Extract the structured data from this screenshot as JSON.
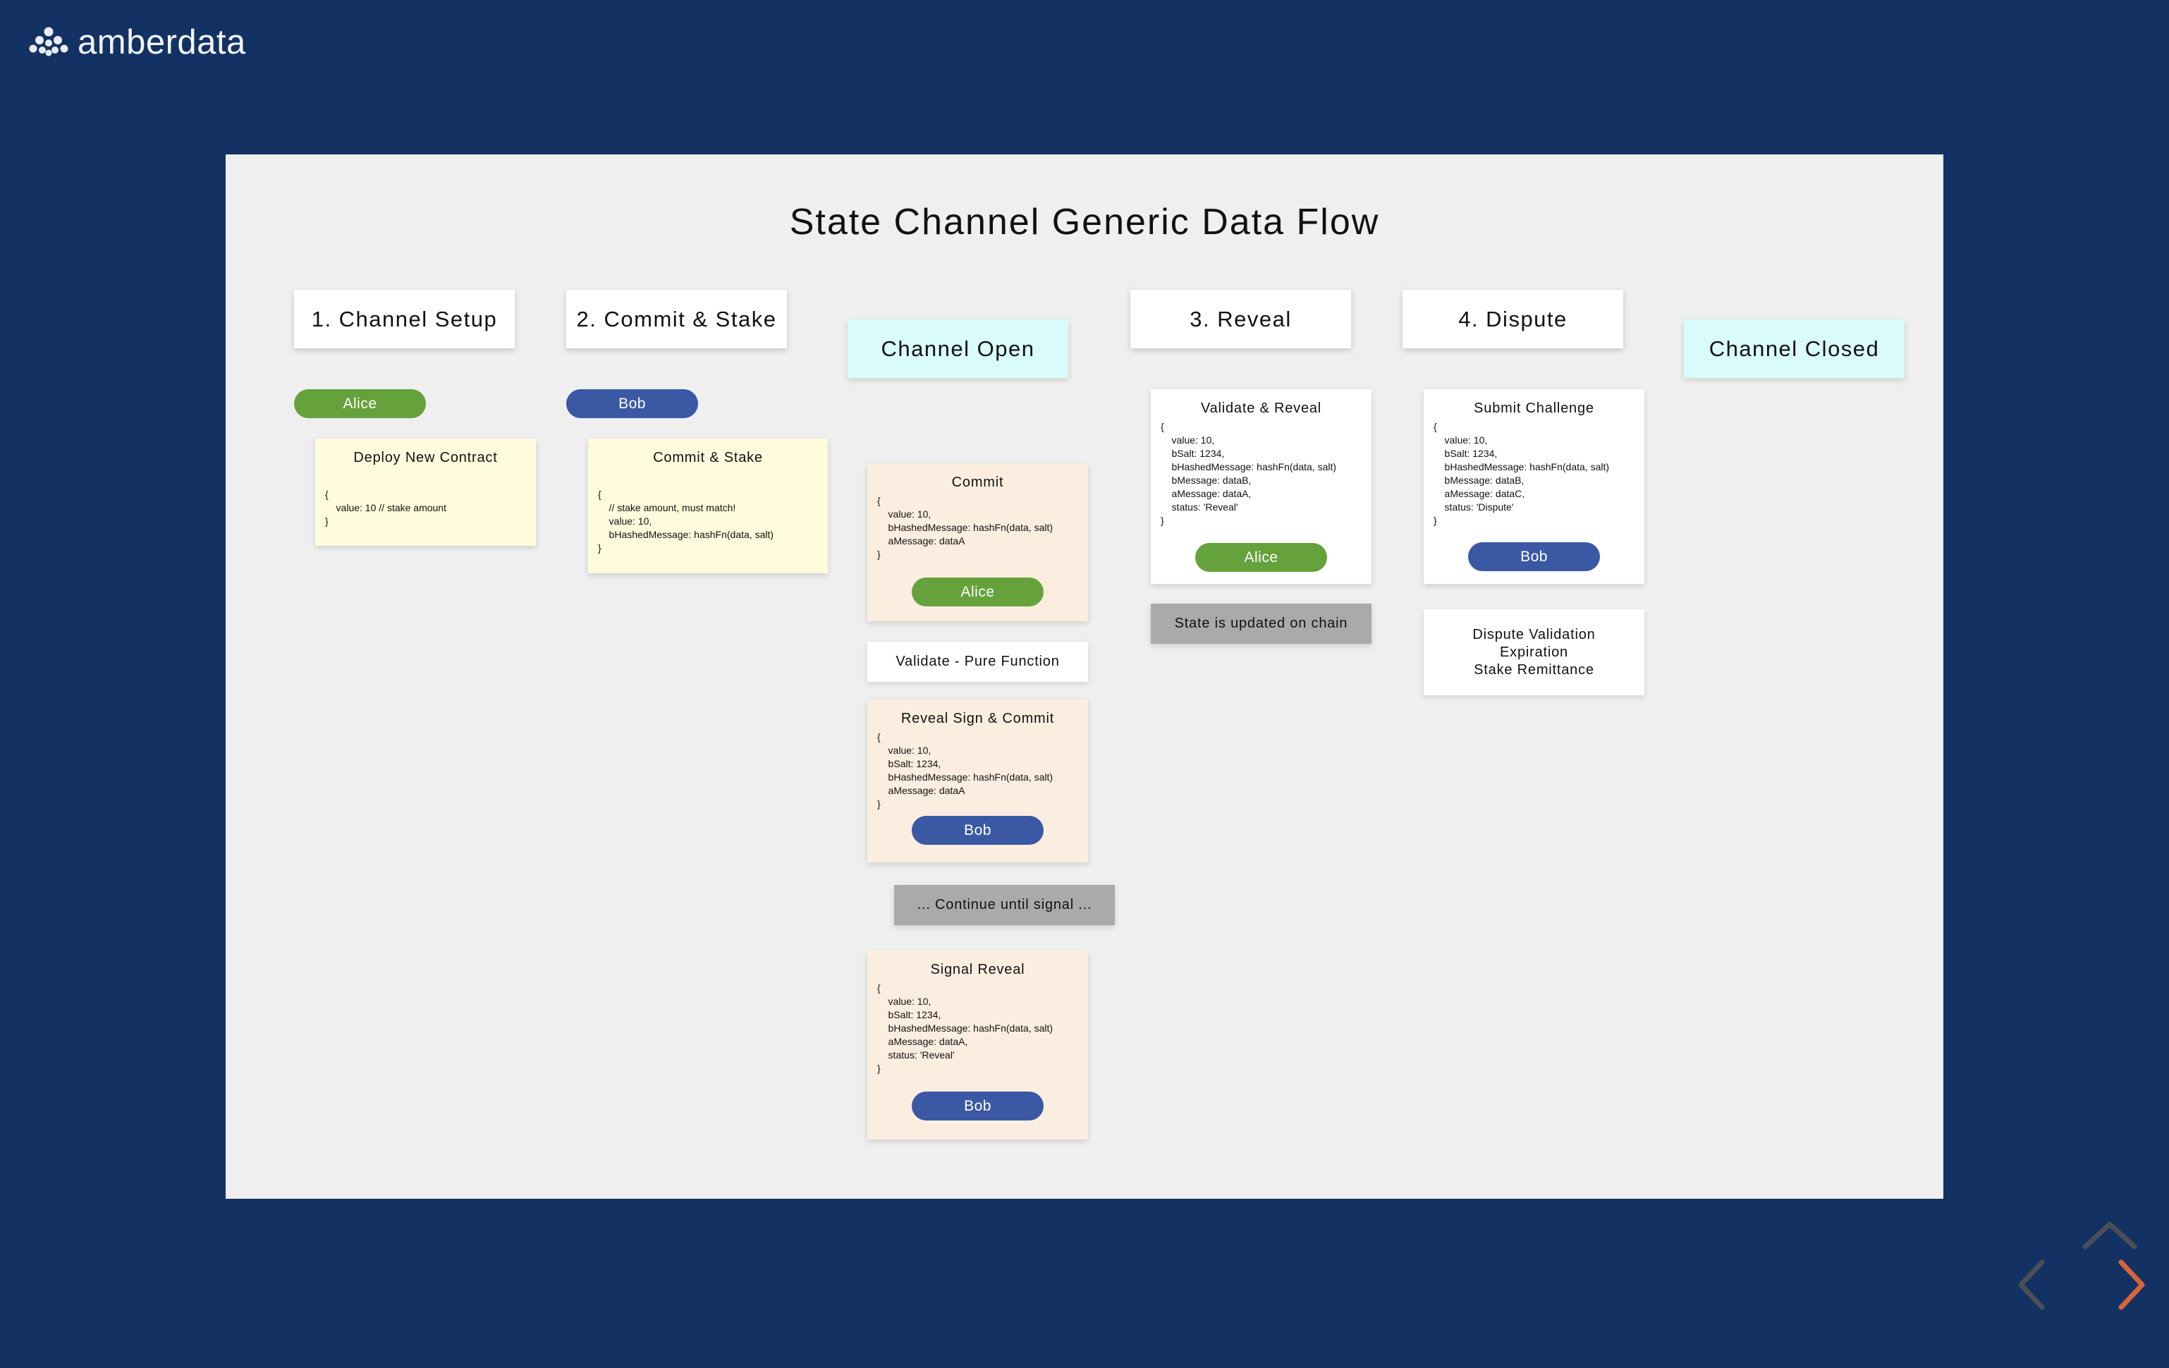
{
  "brand": {
    "name": "amberdata"
  },
  "slide": {
    "title": "State Channel Generic Data Flow",
    "stages": [
      "1. Channel Setup",
      "2. Commit & Stake",
      "3. Reveal",
      "4. Dispute"
    ],
    "states": [
      "Channel Open",
      "Channel Closed"
    ],
    "setup": {
      "actor": "Alice",
      "card_title": "Deploy New Contract",
      "code": "{\n    value: 10 // stake amount\n}"
    },
    "commit_stake": {
      "actor": "Bob",
      "card_title": "Commit & Stake",
      "code": "{\n    // stake amount, must match!\n    value: 10,\n    bHashedMessage: hashFn(data, salt)\n}"
    },
    "open": {
      "commit": {
        "title": "Commit",
        "code": "{\n    value: 10,\n    bHashedMessage: hashFn(data, salt)\n    aMessage: dataA\n}",
        "actor": "Alice"
      },
      "validate": "Validate - Pure Function",
      "reveal_sign": {
        "title": "Reveal Sign & Commit",
        "code": "{\n    value: 10,\n    bSalt: 1234,\n    bHashedMessage: hashFn(data, salt)\n    aMessage: dataA\n}",
        "actor": "Bob"
      },
      "continue": "... Continue until signal ...",
      "signal": {
        "title": "Signal Reveal",
        "code": "{\n    value: 10,\n    bSalt: 1234,\n    bHashedMessage: hashFn(data, salt)\n    aMessage: dataA,\n    status: 'Reveal'\n}",
        "actor": "Bob"
      }
    },
    "reveal": {
      "title": "Validate & Reveal",
      "code": "{\n    value: 10,\n    bSalt: 1234,\n    bHashedMessage: hashFn(data, salt)\n    bMessage: dataB,\n    aMessage: dataA,\n    status: 'Reveal'\n}",
      "actor": "Alice",
      "note": "State is updated on chain"
    },
    "dispute": {
      "title": "Submit Challenge",
      "code": "{\n    value: 10,\n    bSalt: 1234,\n    bHashedMessage: hashFn(data, salt)\n    bMessage: dataB,\n    aMessage: dataC,\n    status: 'Dispute'\n}",
      "actor": "Bob",
      "notes": [
        "Dispute Validation",
        "Expiration",
        "Stake Remittance"
      ]
    }
  },
  "colors": {
    "background": "#133263",
    "slide": "#efefef",
    "alice": "#66a23c",
    "bob": "#3a58a4",
    "nav_active": "#d8643a",
    "nav_inactive": "#4b4f55"
  },
  "icons": [
    "amberdata-logo-icon",
    "nav-left-icon",
    "nav-up-icon",
    "nav-right-icon"
  ]
}
